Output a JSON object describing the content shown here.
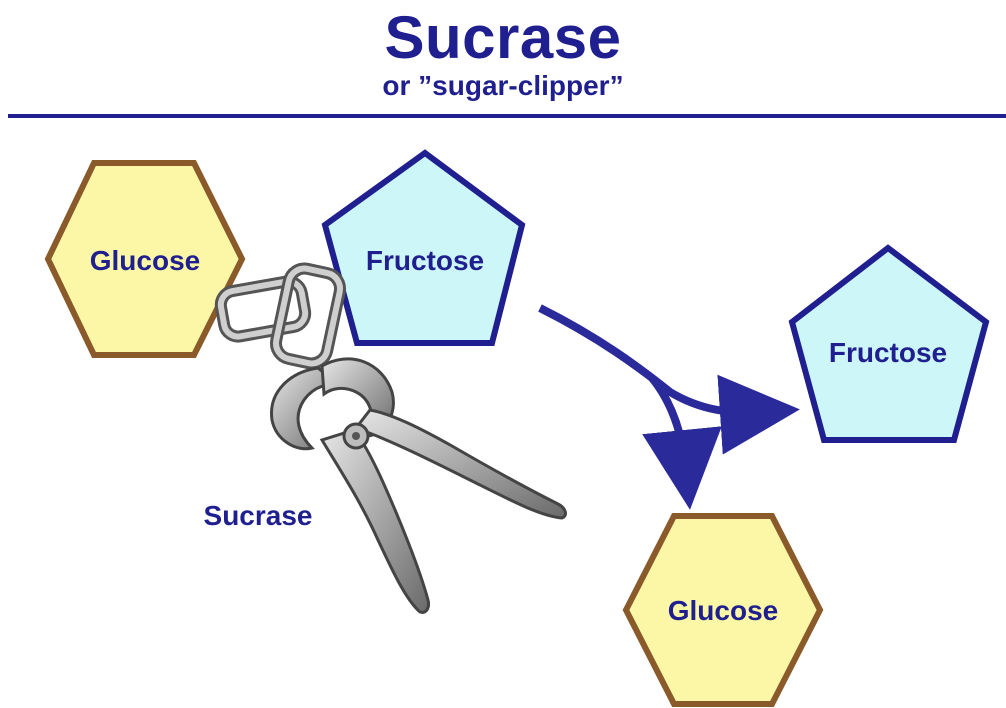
{
  "title": "Sucrase",
  "subtitle": "or ”sugar-clipper”",
  "labels": {
    "glucose_left": "Glucose",
    "fructose_left": "Fructose",
    "fructose_right": "Fructose",
    "glucose_bottom": "Glucose",
    "sucrase": "Sucrase"
  },
  "colors": {
    "title": "#1f1f8f",
    "glucose_fill": "#fcf7a6",
    "glucose_stroke": "#8a5a2a",
    "fructose_fill": "#ccf6f8",
    "fructose_stroke": "#1f1f8f",
    "arrow": "#2a2a9a",
    "clipper_metal": "#9a9a9a"
  },
  "icons": [
    "chain-link-icon",
    "pliers-icon"
  ]
}
